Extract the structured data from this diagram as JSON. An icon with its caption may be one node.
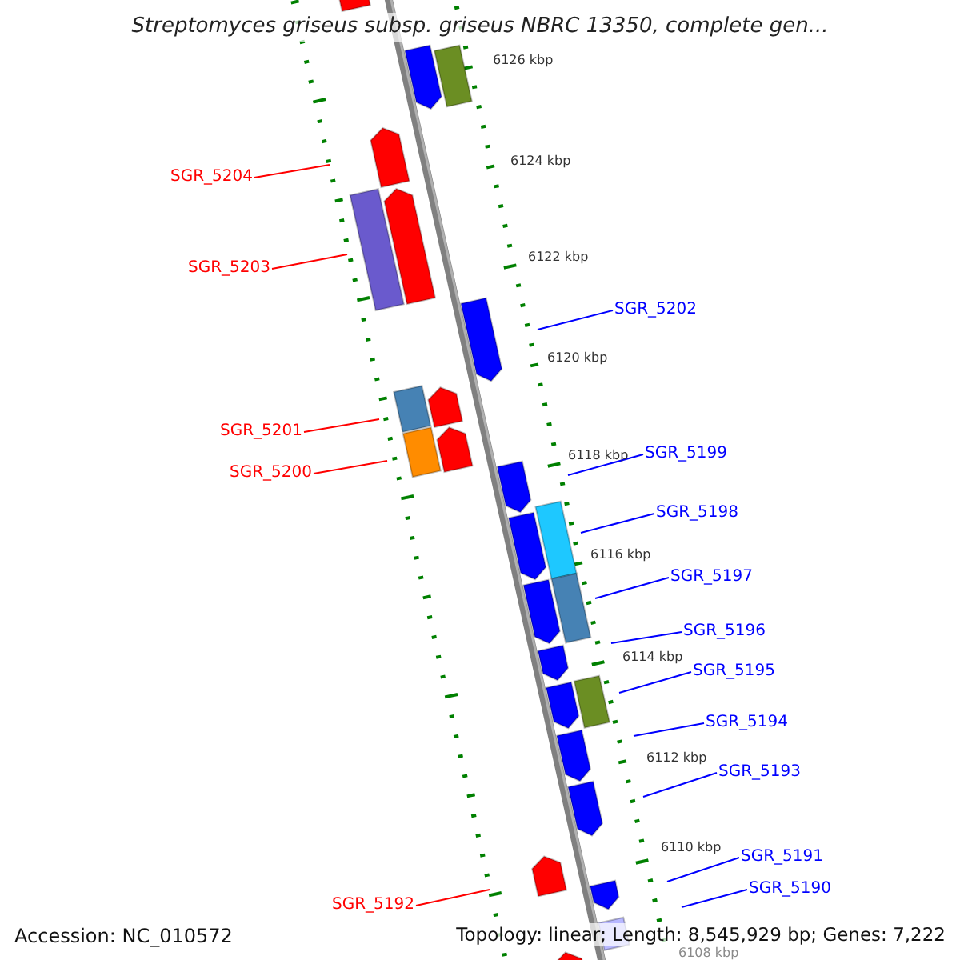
{
  "diagram": {
    "title": "Streptomyces griseus subsp. griseus NBRC 13350, complete gen...",
    "nodes": [
      {
        "text": [
          "SGR_5204"
        ]
      },
      {
        "text": [
          "SGR_5203"
        ]
      },
      {
        "text": [
          "SGR_5202"
        ]
      },
      {
        "text": [
          "SGR_5201"
        ]
      },
      {
        "text": [
          "SGR_5199"
        ]
      },
      {
        "text": [
          "SGR_5200"
        ]
      },
      {
        "text": [
          "SGR_5198"
        ]
      },
      {
        "text": [
          "SGR_5197"
        ]
      },
      {
        "text": [
          "SGR_5196"
        ]
      },
      {
        "text": [
          "SGR_5195"
        ]
      },
      {
        "text": [
          "SGR_5194"
        ]
      },
      {
        "text": [
          "SGR_5193"
        ]
      },
      {
        "text": [
          "SGR_5191"
        ]
      },
      {
        "text": [
          "SGR_5190"
        ]
      },
      {
        "text": [
          "SGR_5192"
        ]
      }
    ],
    "edges": [
      {
        "from": 0,
        "to": null,
        "arrow": "none",
        "color": "#ff0000"
      },
      {
        "from": 1,
        "to": null,
        "arrow": "none",
        "color": "#ff0000"
      },
      {
        "from": 2,
        "to": null,
        "arrow": "none"
      },
      {
        "from": 3,
        "to": null,
        "arrow": "none",
        "color": "#ff0000"
      },
      {
        "from": 4,
        "to": null,
        "arrow": "none"
      },
      {
        "from": 5,
        "to": null,
        "arrow": "none",
        "color": "#ff0000"
      },
      {
        "from": 6,
        "to": null,
        "arrow": "none"
      },
      {
        "from": 7,
        "to": null,
        "arrow": "none"
      },
      {
        "from": 8,
        "to": null,
        "arrow": "none"
      },
      {
        "from": 9,
        "to": null,
        "arrow": "none"
      },
      {
        "from": 10,
        "to": null,
        "arrow": "none"
      },
      {
        "from": 11,
        "to": null,
        "arrow": "none"
      },
      {
        "from": 12,
        "to": null,
        "arrow": "none"
      },
      {
        "from": 13,
        "to": null,
        "arrow": "none"
      },
      {
        "from": 14,
        "to": null,
        "arrow": "none",
        "color": "#ff0000"
      }
    ],
    "labels": [
      "6126 kbp",
      "6124 kbp",
      "6122 kbp",
      "6120 kbp",
      "6118 kbp",
      "6116 kbp",
      "6114 kbp",
      "6112 kbp",
      "6110 kbp",
      "6108 kbp",
      "Accession: NC_010572",
      "Topology: linear; Length: 8,545,929 bp; Genes: 7,222"
    ]
  }
}
